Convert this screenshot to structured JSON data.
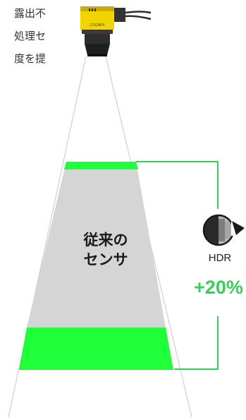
{
  "intro": {
    "line1": "露出不",
    "line2": "処理セ",
    "line3": "度を提"
  },
  "camera": {
    "brand_label": "COGNEX"
  },
  "cone": {
    "label_line1": "従来の",
    "label_line2": "センサ"
  },
  "hdr": {
    "label": "HDR",
    "improvement": "+20%"
  },
  "colors": {
    "accent_green": "#39ce5a",
    "band_green": "#1fff3a",
    "cone_gray": "#d5d5d5",
    "camera_yellow": "#f2d400"
  },
  "icons": [
    "hdr-rotate-icon",
    "camera-icon"
  ]
}
